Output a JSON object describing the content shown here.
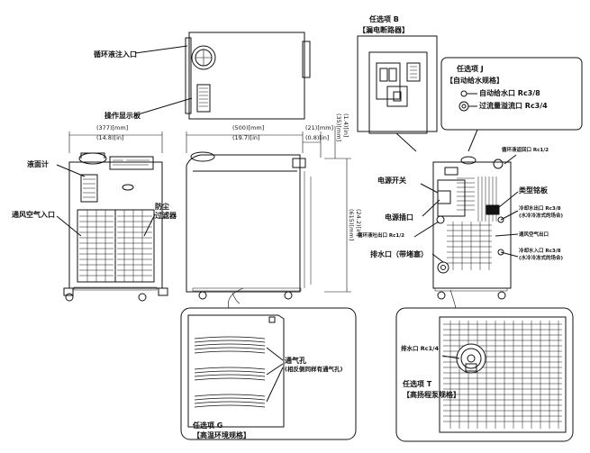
{
  "top_view": {
    "fill_port": "循环液注入口",
    "display_panel": "操作显示板"
  },
  "front_view": {
    "width_mm": "(377)[mm]",
    "width_in": "(14.8)[in]",
    "level_gauge": "液面计",
    "air_inlet": "通风空气入口",
    "dust_filter_1": "防尘",
    "dust_filter_2": "过滤器"
  },
  "side_view": {
    "depth_mm": "(500)[mm]",
    "depth_in": "(19.7)[in]",
    "d21_mm": "(21)[mm]",
    "d21_in": "(0.8)[in]",
    "d35_mm": "(35)[mm]",
    "d35_in": "(1.4)[in]",
    "height_mm": "(615)[mm]",
    "height_in": "(24.2)[in]"
  },
  "option_b": {
    "title": "任选项 B",
    "subtitle": "【漏电断路器】"
  },
  "option_j": {
    "title": "任选项 J",
    "subtitle": "【自动给水规格】",
    "port1": "自动给水口 Rc3/8",
    "port2": "过流量溢流口 Rc3/4"
  },
  "rear_view": {
    "return_port": "循环液返回口 Rc1/2",
    "power_switch": "电源开关",
    "nameplate": "类型铭板",
    "power_inlet": "电源插口",
    "coolant_out": "冷却水出口 Rc3/8",
    "coolant_out_note": "(水冷冷冻式的场合)",
    "discharge": "循环液吐出口 Rc1/2",
    "air_outlet": "通风空气出口",
    "drain": "排水口（带堵塞）",
    "coolant_in": "冷却水入口 Rc3/8",
    "coolant_in_note": "(水冷冷冻式的场合)"
  },
  "option_g": {
    "vent": "通气孔",
    "vent_note": "(相反侧同样有通气孔)",
    "title": "任选项 G",
    "subtitle": "【高温环境规格】"
  },
  "option_t": {
    "drain": "排水口 Rc1/4",
    "title": "任选项 T",
    "subtitle": "【高扬程泵规格】"
  }
}
